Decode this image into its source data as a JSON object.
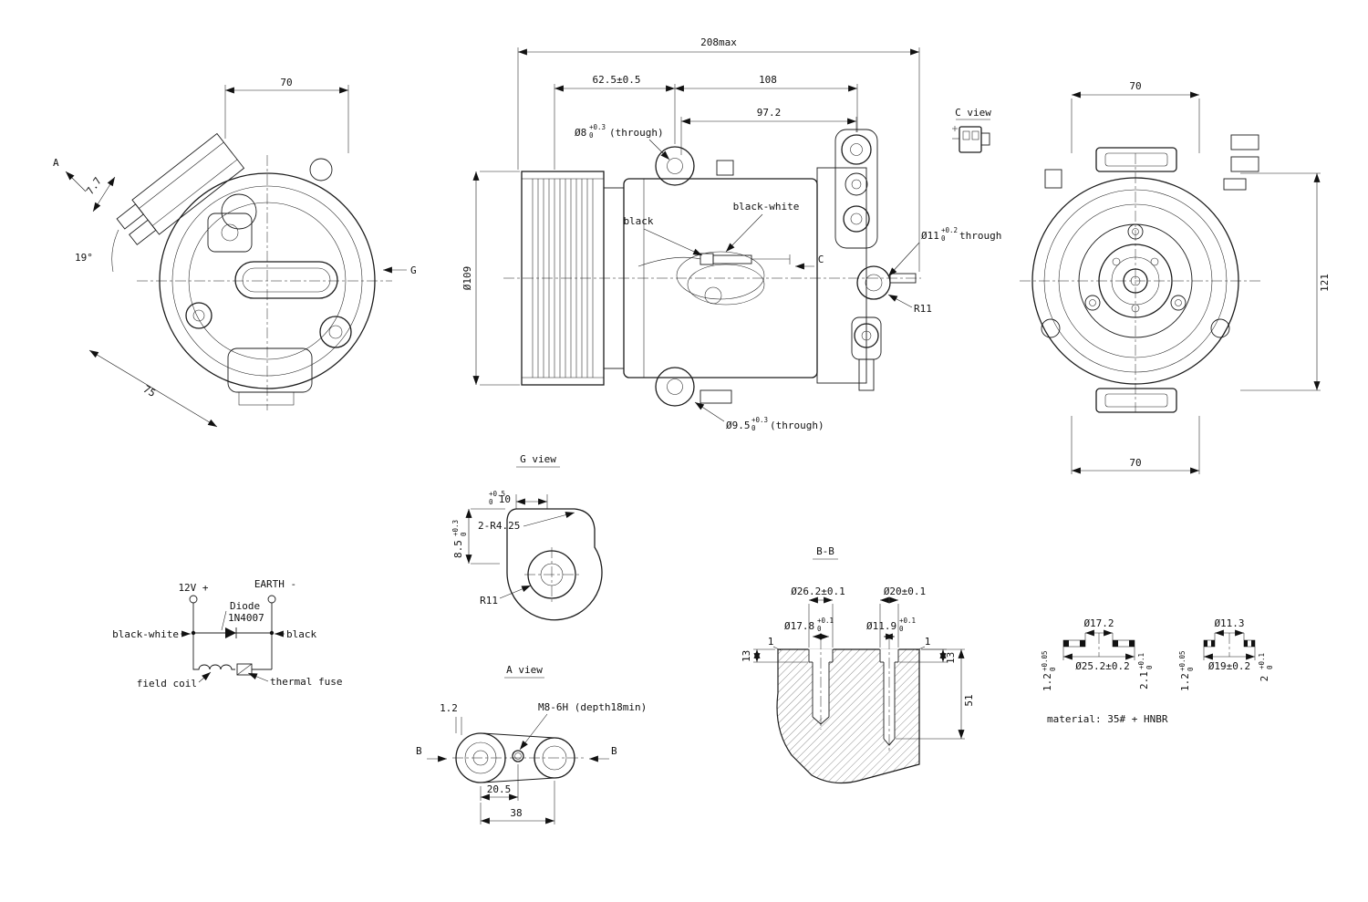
{
  "left_view": {
    "view_arrow_a": "A",
    "view_arrow_g": "G",
    "dim_width_top": "70",
    "dim_offset": "7.7",
    "dim_angle": "19°",
    "dim_width_slant": "75"
  },
  "front_view": {
    "dim_overall": "208max",
    "dim_front": "62.5±0.5",
    "dim_rear": "108",
    "dim_inner": "97.2",
    "dim_pulley_dia": "Ø109",
    "hole_top": {
      "base": "Ø8",
      "tol_up": "+0.3",
      "tol_dn": "0",
      "suffix": "(through)"
    },
    "hole_side": {
      "base": "Ø11",
      "tol_up": "+0.2",
      "tol_dn": "0",
      "suffix": "through"
    },
    "hole_bottom": {
      "base": "Ø9.5",
      "tol_up": "+0.3",
      "tol_dn": "0",
      "suffix": "(through)"
    },
    "label_black": "black",
    "label_black_white": "black-white",
    "label_c": "C",
    "label_r11": "R11"
  },
  "c_view": {
    "caption": "C view"
  },
  "right_view": {
    "dim_top": "70",
    "dim_height": "121",
    "dim_bottom": "70"
  },
  "schematic": {
    "terminal_12v": "12V +",
    "terminal_earth": "EARTH -",
    "diode_line1": "Diode",
    "diode_line2": "1N4007",
    "label_black_white": "black-white",
    "label_black": "black",
    "label_field_coil": "field coil",
    "label_thermal_fuse": "thermal fuse"
  },
  "g_view": {
    "caption": "G view",
    "dim_width": {
      "base": "10",
      "tol_up": "+0.5",
      "tol_dn": "0"
    },
    "dim_radius": "2-R4.25",
    "dim_height": {
      "base": "8.5",
      "tol_up": "+0.3",
      "tol_dn": "0"
    },
    "dim_r11": "R11"
  },
  "a_view": {
    "caption": "A view",
    "dim_step": "1.2",
    "thread_note": "M8-6H (depth18min)",
    "section_b_left": "B",
    "section_b_right": "B",
    "dim_center_small": "20.5",
    "dim_center_big": "38"
  },
  "bb_section": {
    "caption": "B-B",
    "dim_cb_left": "Ø26.2±0.1",
    "dim_cb_right": "Ø20±0.1",
    "dim_bore_left": {
      "base": "Ø17.8",
      "tol_up": "+0.1",
      "tol_dn": "0"
    },
    "dim_bore_right": {
      "base": "Ø11.9",
      "tol_up": "+0.1",
      "tol_dn": "0"
    },
    "dim_chamfer_left": "1",
    "dim_chamfer_right": "1",
    "dim_depth_left": "13",
    "dim_depth_right": "13",
    "dim_depth_total": "51"
  },
  "seal_left": {
    "dim_inner": "Ø17.2",
    "dim_outer": "Ø25.2±0.2",
    "dim_thickness": {
      "base": "1.2",
      "tol_up": "+0.05",
      "tol_dn": "0"
    },
    "dim_height": {
      "base": "2.1",
      "tol_up": "+0.1",
      "tol_dn": "0"
    }
  },
  "seal_right": {
    "dim_inner": "Ø11.3",
    "dim_outer": "Ø19±0.2",
    "dim_thickness": {
      "base": "1.2",
      "tol_up": "+0.05",
      "tol_dn": "0"
    },
    "dim_height": {
      "base": "2",
      "tol_up": "+0.1",
      "tol_dn": "0"
    }
  },
  "material_note": "material: 35# + HNBR"
}
